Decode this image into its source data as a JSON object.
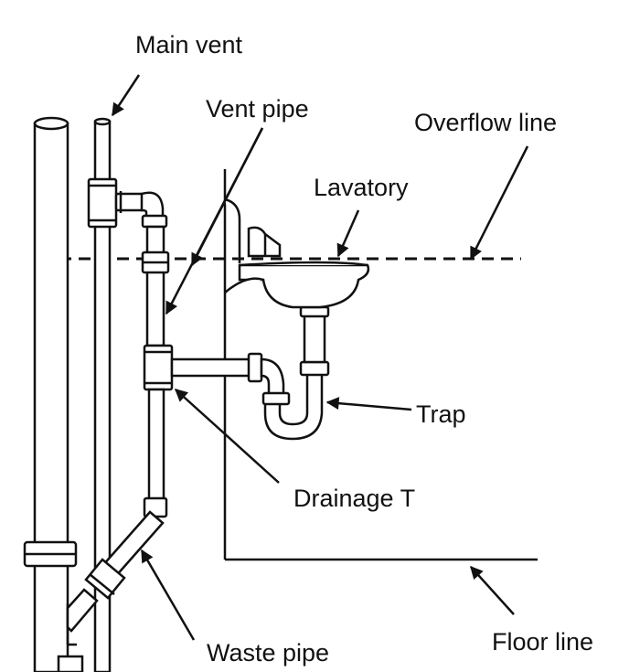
{
  "labels": {
    "main_vent": "Main vent",
    "vent_pipe": "Vent pipe",
    "overflow_line": "Overflow line",
    "lavatory": "Lavatory",
    "trap": "Trap",
    "drainage_t": "Drainage T",
    "floor_line": "Floor line",
    "waste_pipe": "Waste pipe"
  },
  "colors": {
    "ink": "#111111",
    "background": "#ffffff"
  }
}
